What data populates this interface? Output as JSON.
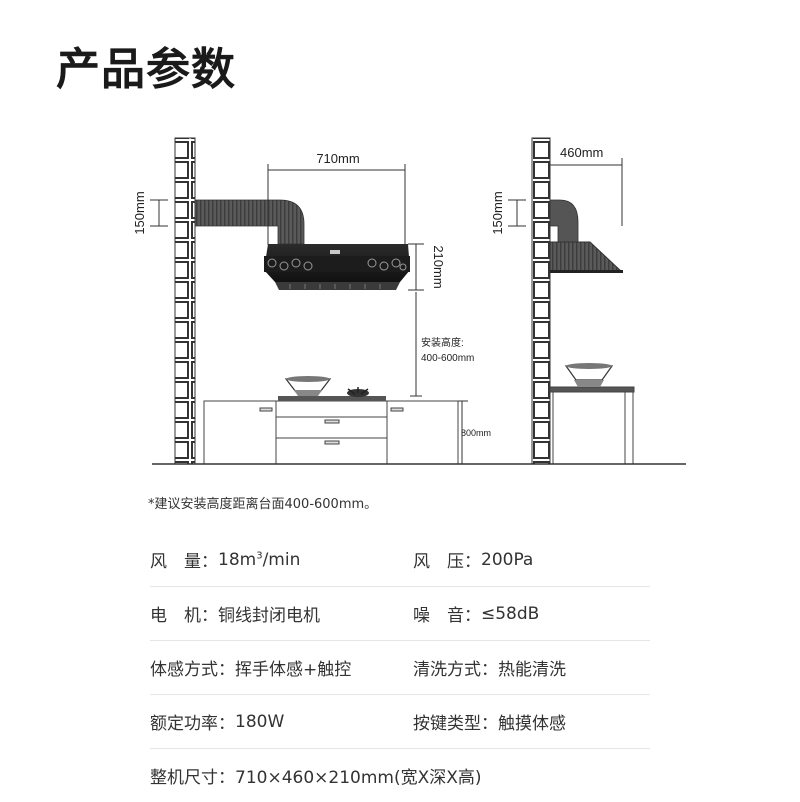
{
  "page": {
    "title": "产品参数"
  },
  "diagram": {
    "width_label": "710mm",
    "depth_label": "460mm",
    "duct_label_left": "150mm",
    "duct_label_right": "150mm",
    "height_label": "210mm",
    "install_title": "安装高度:",
    "install_range": "400-600mm",
    "counter_label": "800mm"
  },
  "note": "*建议安装高度距离台面400-600mm。",
  "specs": {
    "rows": [
      [
        {
          "label": "风　量：",
          "value": "18m",
          "sup": "3",
          "suffix": "/min"
        },
        {
          "label": "风　压：",
          "value": "200Pa"
        }
      ],
      [
        {
          "label": "电　机：",
          "value": "铜线封闭电机"
        },
        {
          "label": "噪　音：",
          "value": "≤58dB"
        }
      ],
      [
        {
          "label": "体感方式：",
          "value": "挥手体感+触控"
        },
        {
          "label": "清洗方式：",
          "value": "热能清洗"
        }
      ],
      [
        {
          "label": "额定功率：",
          "value": "180W"
        },
        {
          "label": "按键类型：",
          "value": "触摸体感"
        }
      ],
      [
        {
          "label": "整机尺寸：",
          "value": "710×460×210mm(宽X深X高)"
        }
      ]
    ]
  }
}
